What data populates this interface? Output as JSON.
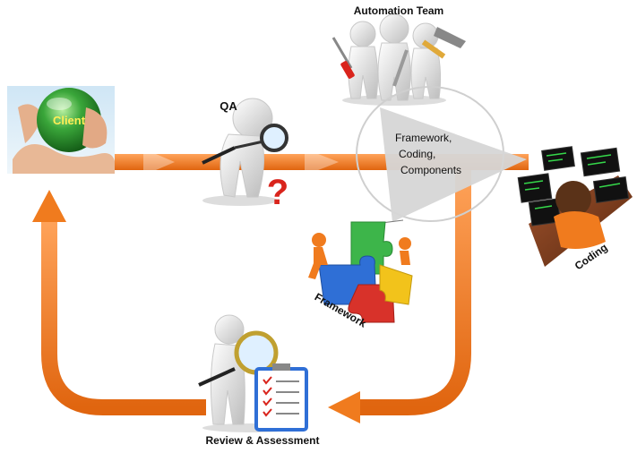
{
  "labels": {
    "automation_team": "Automation Team",
    "qa": "QA",
    "client": "Client",
    "framework_badge_lines": [
      "Framework,",
      "Coding,",
      "Components"
    ],
    "framework": "Framework",
    "coding": "Coding",
    "review": "Review & Assessment",
    "question_mark": "?"
  },
  "colors": {
    "arrow": "#f07b1e",
    "arrow_dark": "#c85a10",
    "client_ball": "#3aa63a",
    "client_text": "#ffee55",
    "triangle": "#d6d6d6",
    "question": "#d9241c",
    "puzzle_blue": "#2f6fd6",
    "puzzle_green": "#3db54a",
    "puzzle_red": "#d8322a",
    "puzzle_yellow": "#f2c31b",
    "figure": "#e8e8e8",
    "coder_shirt": "#f07b1e",
    "screen_code": "#35d84a"
  },
  "icons": [
    "client-hands-icon",
    "qa-magnifier-figure-icon",
    "team-tools-figures-icon",
    "puzzle-framework-icon",
    "coder-monitors-icon",
    "review-checklist-figure-icon"
  ]
}
